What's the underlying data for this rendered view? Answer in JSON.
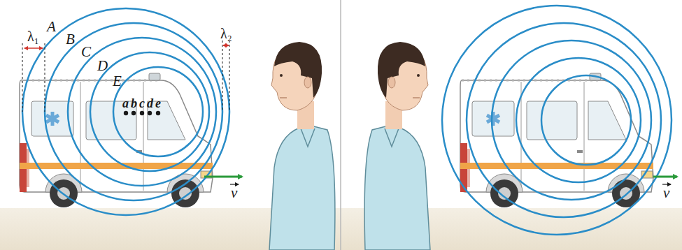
{
  "diagram": {
    "labels": [
      "A",
      "B",
      "C",
      "D",
      "E",
      "λ₁",
      "λ₂",
      "a",
      "b",
      "c",
      "d",
      "e",
      "v",
      "v"
    ]
  }
}
